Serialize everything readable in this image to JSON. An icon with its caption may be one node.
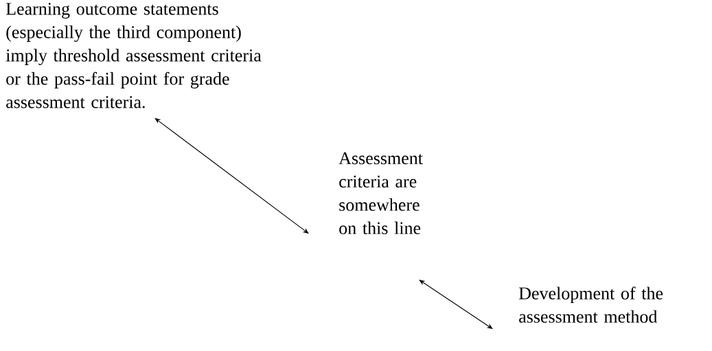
{
  "diagram": {
    "nodes": [
      {
        "text": [
          "Learning outcome statements (especially the third component) imply threshold assessment criteria or the pass-fail point for grade assessment criteria."
        ]
      },
      {
        "text": [
          "Assessment criteria are somewhere on this line"
        ]
      },
      {
        "text": [
          "Development of the assessment method"
        ]
      }
    ],
    "edges": [
      {
        "from": 0,
        "to": 1,
        "arrow": "both"
      },
      {
        "from": 1,
        "to": 2,
        "arrow": "both"
      }
    ]
  }
}
